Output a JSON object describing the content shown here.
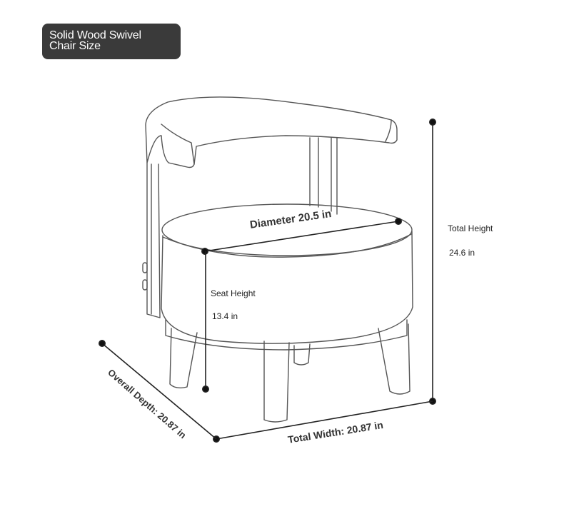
{
  "title": {
    "line1": "Solid Wood Swivel",
    "line2": "Chair Size"
  },
  "dimensions": {
    "diameter": "Diameter 20.5 in",
    "seat_height_label": "Seat Height",
    "seat_height_value": "13.4 in",
    "total_height_label": "Total Height",
    "total_height_value": "24.6 in",
    "overall_depth": "Overall Depth: 20.87 in",
    "total_width": "Total Width: 20.87 in"
  },
  "colors": {
    "badge": "#3a3a3a",
    "line": "#222222",
    "stroke": "#555555"
  }
}
